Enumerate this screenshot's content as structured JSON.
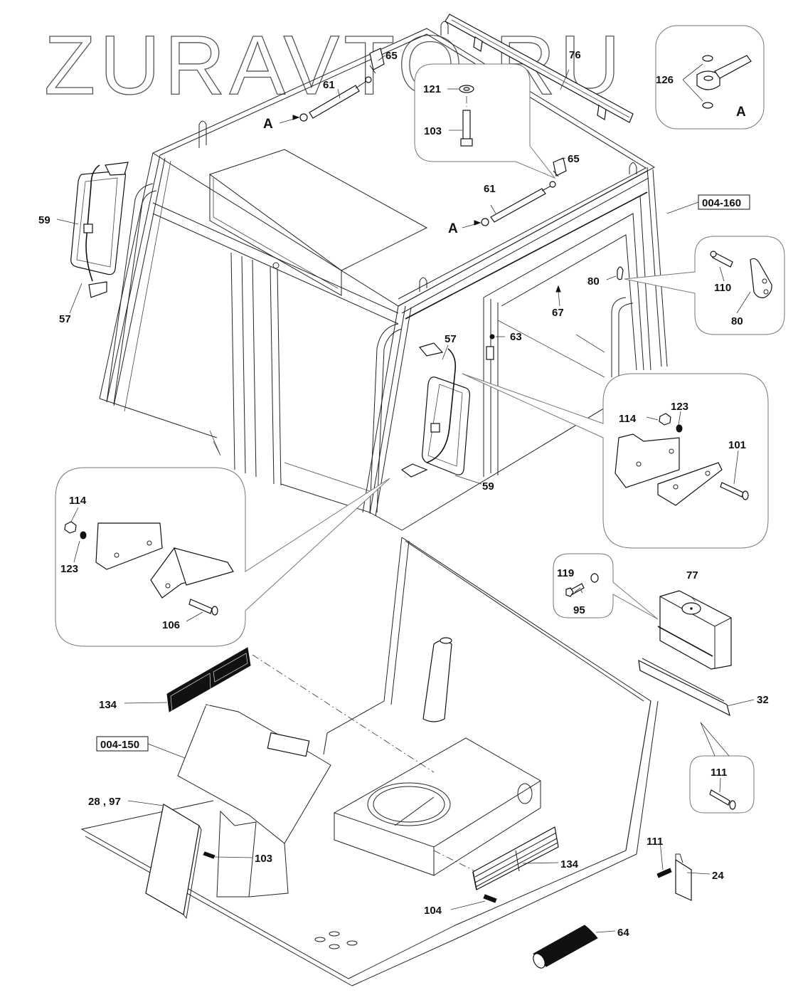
{
  "watermark": "ZURAVTO.RU",
  "diagram_type": "exploded parts diagram (cab assembly)",
  "references": {
    "cab_frame": "004-160",
    "base_assembly": "004-150"
  },
  "detail_marker": "A",
  "callouts": {
    "c65a": "65",
    "c61a": "61",
    "c76": "76",
    "c121": "121",
    "c103a": "103",
    "c126": "126",
    "c65b": "65",
    "c61b": "61",
    "cAa": "A",
    "cAb": "A",
    "cAdetail": "A",
    "c59a": "59",
    "c57a": "57",
    "c80a": "80",
    "c110": "110",
    "c80b": "80",
    "c67": "67",
    "c63": "63",
    "c57b": "57",
    "c59b": "59",
    "c114a": "114",
    "c123a": "123",
    "c101": "101",
    "c114b": "114",
    "c123b": "123",
    "c106": "106",
    "c119": "119",
    "c95": "95",
    "c77": "77",
    "c32": "32",
    "c111a": "111",
    "c134a": "134",
    "c2897": "28 , 97",
    "c103b": "103",
    "c134b": "134",
    "c104": "104",
    "c111b": "111",
    "c24": "24",
    "c64": "64"
  },
  "parts": [
    {
      "id": "24"
    },
    {
      "id": "28"
    },
    {
      "id": "32"
    },
    {
      "id": "57"
    },
    {
      "id": "59"
    },
    {
      "id": "61"
    },
    {
      "id": "63"
    },
    {
      "id": "64"
    },
    {
      "id": "65"
    },
    {
      "id": "67"
    },
    {
      "id": "76"
    },
    {
      "id": "77"
    },
    {
      "id": "80"
    },
    {
      "id": "95"
    },
    {
      "id": "97"
    },
    {
      "id": "101"
    },
    {
      "id": "103"
    },
    {
      "id": "104"
    },
    {
      "id": "106"
    },
    {
      "id": "110"
    },
    {
      "id": "111"
    },
    {
      "id": "114"
    },
    {
      "id": "119"
    },
    {
      "id": "121"
    },
    {
      "id": "123"
    },
    {
      "id": "126"
    },
    {
      "id": "134"
    }
  ]
}
